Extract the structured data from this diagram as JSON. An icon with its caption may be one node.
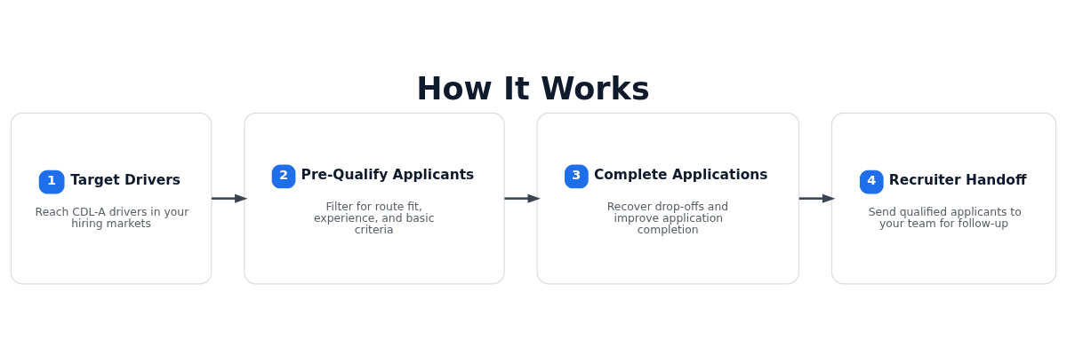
{
  "diagram": {
    "title": "How It Works",
    "nodes": [
      {
        "text": [
          "1",
          "Target Drivers",
          "Reach CDL-A drivers in your hiring markets"
        ]
      },
      {
        "text": [
          "2",
          "Pre-Qualify Applicants",
          "Filter for route fit, experience, and basic criteria"
        ]
      },
      {
        "text": [
          "3",
          "Complete Applications",
          "Recover drop-offs and improve application completion"
        ]
      },
      {
        "text": [
          "4",
          "Recruiter Handoff",
          "Send qualified applicants to your team for follow-up"
        ]
      }
    ],
    "edges": [
      {
        "from": 0,
        "to": 1,
        "arrow": "to"
      },
      {
        "from": 1,
        "to": 2,
        "arrow": "to"
      },
      {
        "from": 2,
        "to": 3,
        "arrow": "to"
      }
    ]
  }
}
